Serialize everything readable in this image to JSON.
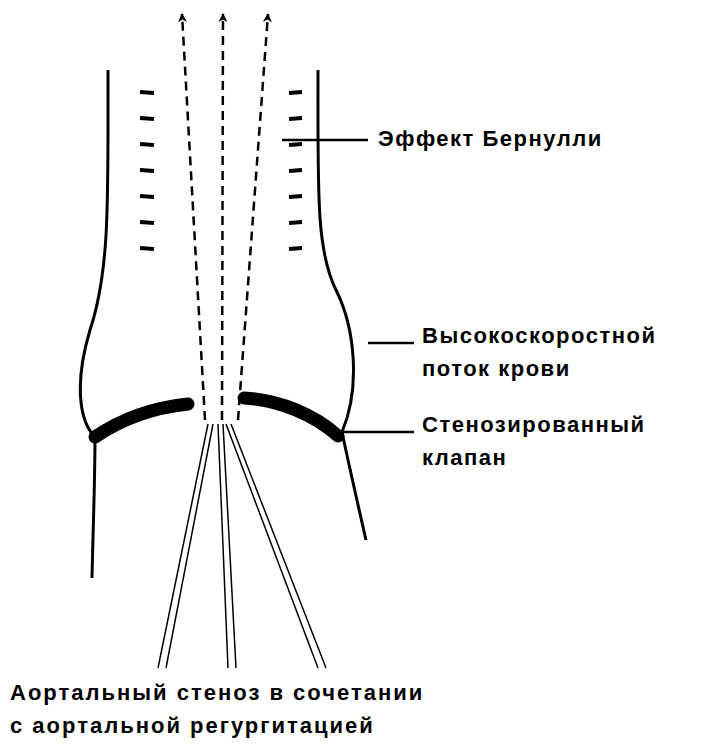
{
  "diagram": {
    "caption": "Аортальный стеноз в сочетании с аортальной регургитацией",
    "labels": [
      "Эффект Бернулли",
      "Высокоскоростной поток крови",
      "Стенозированный клапан"
    ]
  }
}
